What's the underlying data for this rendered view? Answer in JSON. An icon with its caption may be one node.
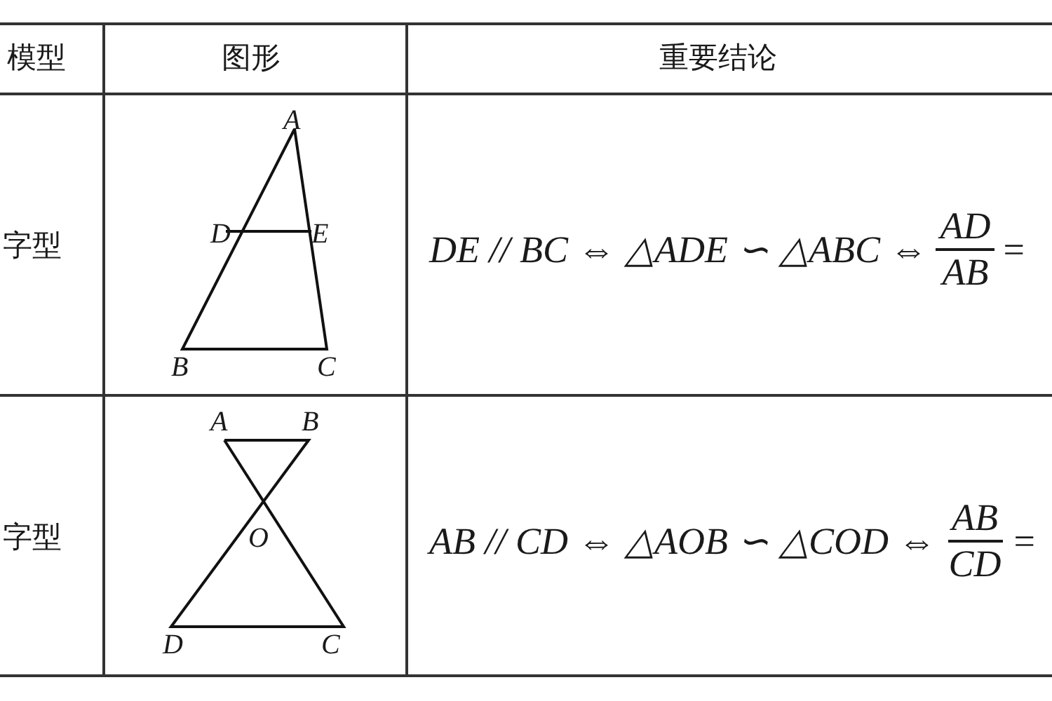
{
  "diagram": {
    "labels": [
      "模型",
      "图形",
      "重要结论",
      "字型",
      "A",
      "D",
      "E",
      "B",
      "C",
      "DE // BC ⇔ △ADE ∽ △ABC ⇔",
      "AD",
      "AB",
      "=",
      "字型",
      "A",
      "B",
      "O",
      "D",
      "C",
      "AB // CD ⇔ △AOB ∽ △COD ⇔",
      "AB",
      "CD",
      "="
    ]
  }
}
